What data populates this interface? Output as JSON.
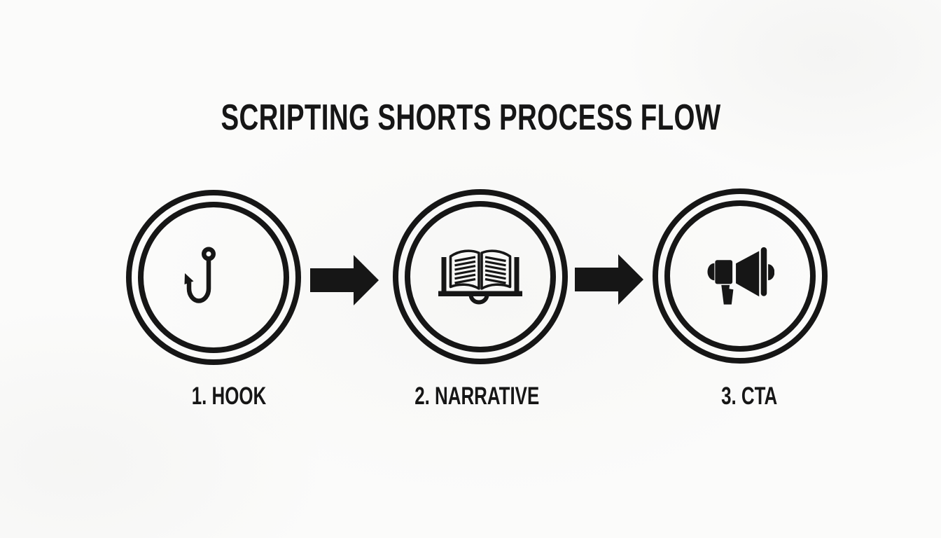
{
  "diagram": {
    "title": "SCRIPTING SHORTS PROCESS FLOW",
    "steps": [
      {
        "label": "1. HOOK",
        "icon": "fishing-hook-icon"
      },
      {
        "label": "2. NARRATIVE",
        "icon": "open-book-icon"
      },
      {
        "label": "3. CTA",
        "icon": "megaphone-icon"
      }
    ],
    "connectors": [
      {
        "icon": "arrow-right-icon"
      },
      {
        "icon": "arrow-right-icon"
      }
    ],
    "colors": {
      "ink": "#161616",
      "background": "#fbfbfa"
    }
  }
}
